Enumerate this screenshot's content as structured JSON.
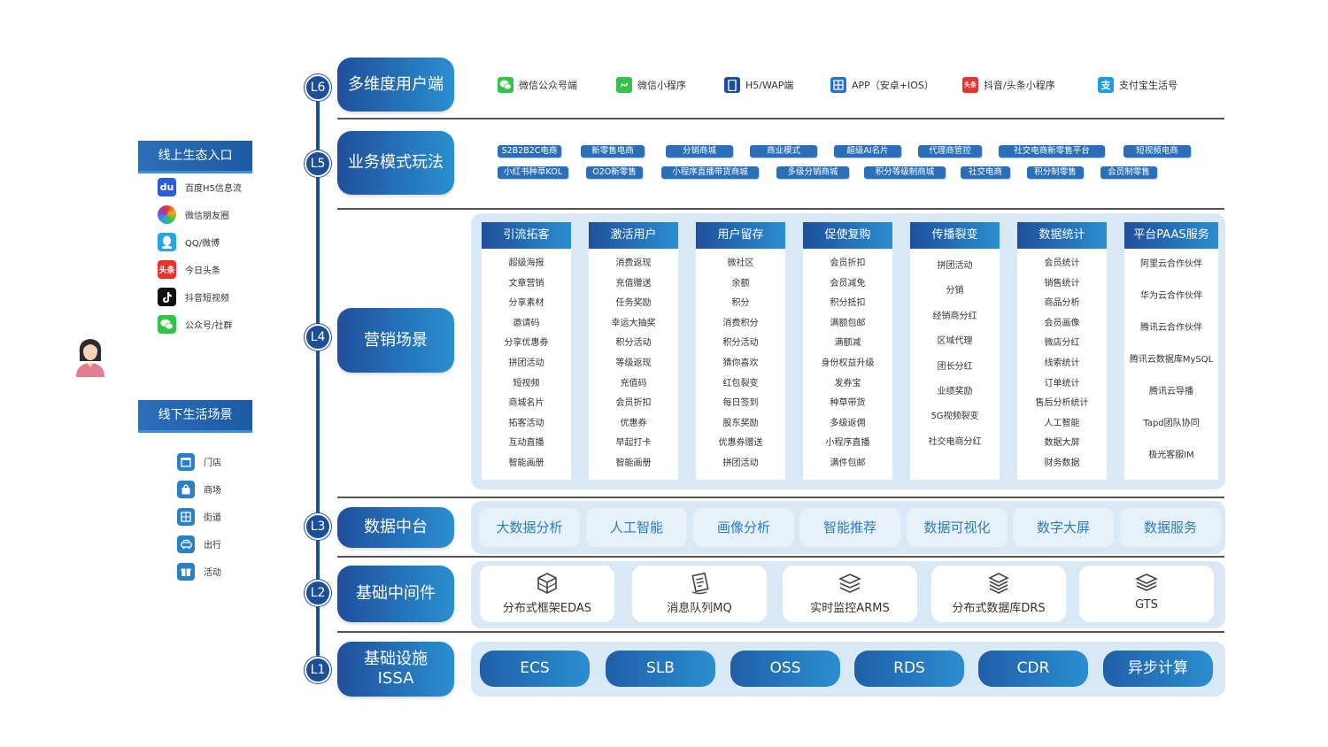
{
  "left": {
    "online_title": "线上生态入口",
    "online_items": [
      {
        "label": "百度H5信息流",
        "icon": "baidu-icon",
        "color": "#2e5bd6"
      },
      {
        "label": "微信朋友圈",
        "icon": "moments-icon",
        "color": "#f3a712"
      },
      {
        "label": "QQ/微博",
        "icon": "qq-icon",
        "color": "#2ba3e8"
      },
      {
        "label": "今日头条",
        "icon": "toutiao-icon",
        "color": "#e8332c"
      },
      {
        "label": "抖音短视频",
        "icon": "douyin-icon",
        "color": "#111111"
      },
      {
        "label": "公众号/社群",
        "icon": "wechat-icon",
        "color": "#34c248"
      }
    ],
    "offline_title": "线下生活场景",
    "offline_items": [
      {
        "label": "门店",
        "icon": "store-icon"
      },
      {
        "label": "商场",
        "icon": "mall-icon"
      },
      {
        "label": "街道",
        "icon": "street-icon"
      },
      {
        "label": "出行",
        "icon": "car-icon"
      },
      {
        "label": "活动",
        "icon": "gift-icon"
      }
    ]
  },
  "layers": {
    "l6": {
      "level": "L6",
      "title": "多维度用户端"
    },
    "l5": {
      "level": "L5",
      "title": "业务模式玩法"
    },
    "l4": {
      "level": "L4",
      "title": "营销场景"
    },
    "l3": {
      "level": "L3",
      "title": "数据中台"
    },
    "l2": {
      "level": "L2",
      "title": "基础中间件"
    },
    "l1": {
      "level": "L1",
      "title_line1": "基础设施",
      "title_line2": "ISSA"
    }
  },
  "clients": [
    {
      "label": "微信公众号端",
      "icon": "wechat-icon",
      "color": "#34c248"
    },
    {
      "label": "微信小程序",
      "icon": "mini-program-icon",
      "color": "#34c248"
    },
    {
      "label": "H5/WAP端",
      "icon": "mobile-icon",
      "color": "#1d4f98"
    },
    {
      "label": "APP（安卓+IOS）",
      "icon": "app-grid-icon",
      "color": "#2b6fc6"
    },
    {
      "label": "抖音/头条小程序",
      "icon": "toutiao-icon",
      "color": "#e8332c"
    },
    {
      "label": "支付宝生活号",
      "icon": "alipay-icon",
      "color": "#1f9be3"
    }
  ],
  "business_tags_row1": [
    "S2B2B2C电商",
    "新零售电商",
    "分销商城",
    "商业模式",
    "超级AI名片",
    "代理商管控",
    "社交电商新零售平台",
    "短视频电商"
  ],
  "business_tags_row2": [
    "小红书种草KOL",
    "O2O新零售",
    "小程序直播带货商城",
    "多级分销商城",
    "积分等级制商城",
    "社交电商",
    "积分制零售",
    "会员制零售"
  ],
  "marketing": [
    {
      "title": "引流拓客",
      "items": [
        "超级海报",
        "文章营销",
        "分享素材",
        "邀请码",
        "分享优惠券",
        "拼团活动",
        "短视频",
        "商城名片",
        "拓客活动",
        "互动直播",
        "智能画册"
      ]
    },
    {
      "title": "激活用户",
      "items": [
        "消费返现",
        "充值赠送",
        "任务奖励",
        "幸运大抽奖",
        "积分活动",
        "等级返现",
        "充值码",
        "会员折扣",
        "优惠券",
        "早起打卡",
        "智能画册"
      ]
    },
    {
      "title": "用户留存",
      "items": [
        "微社区",
        "余额",
        "积分",
        "消费积分",
        "积分活动",
        "猜你喜欢",
        "红包裂变",
        "每日签到",
        "股东奖励",
        "优惠券赠送",
        "拼团活动"
      ]
    },
    {
      "title": "促使复购",
      "items": [
        "会员折扣",
        "会员减免",
        "积分抵扣",
        "满额包邮",
        "满额减",
        "身份权益升级",
        "发券宝",
        "种草带货",
        "多级返佣",
        "小程序直播",
        "满件包邮"
      ]
    },
    {
      "title": "传播裂变",
      "items": [
        "拼团活动",
        "分销",
        "经销商分红",
        "区域代理",
        "团长分红",
        "业绩奖励",
        "5G视频裂变",
        "社交电商分红"
      ]
    },
    {
      "title": "数据统计",
      "items": [
        "会员统计",
        "销售统计",
        "商品分析",
        "会员画像",
        "微店分红",
        "线索统计",
        "订单统计",
        "售后分析统计",
        "人工智能",
        "数据大屏",
        "财务数据"
      ]
    },
    {
      "title": "平台PAAS服务",
      "items": [
        "阿里云合作伙伴",
        "华为云合作伙伴",
        "腾讯云合作伙伴",
        "腾讯云数据库MySQL",
        "腾讯云导播",
        "Tapd团队协同",
        "极光客服IM"
      ]
    }
  ],
  "data_platform": [
    "大数据分析",
    "人工智能",
    "画像分析",
    "智能推荐",
    "数据可视化",
    "数字大屏",
    "数据服务"
  ],
  "middleware": [
    {
      "label": "分布式框架EDAS",
      "icon": "cube-stack-icon"
    },
    {
      "label": "消息队列MQ",
      "icon": "message-queue-icon"
    },
    {
      "label": "实时监控ARMS",
      "icon": "monitor-layers-icon"
    },
    {
      "label": "分布式数据库DRS",
      "icon": "database-layers-icon"
    },
    {
      "label": "GTS",
      "icon": "layers-icon"
    }
  ],
  "infrastructure": [
    "ECS",
    "SLB",
    "OSS",
    "RDS",
    "CDR",
    "异步计算"
  ]
}
